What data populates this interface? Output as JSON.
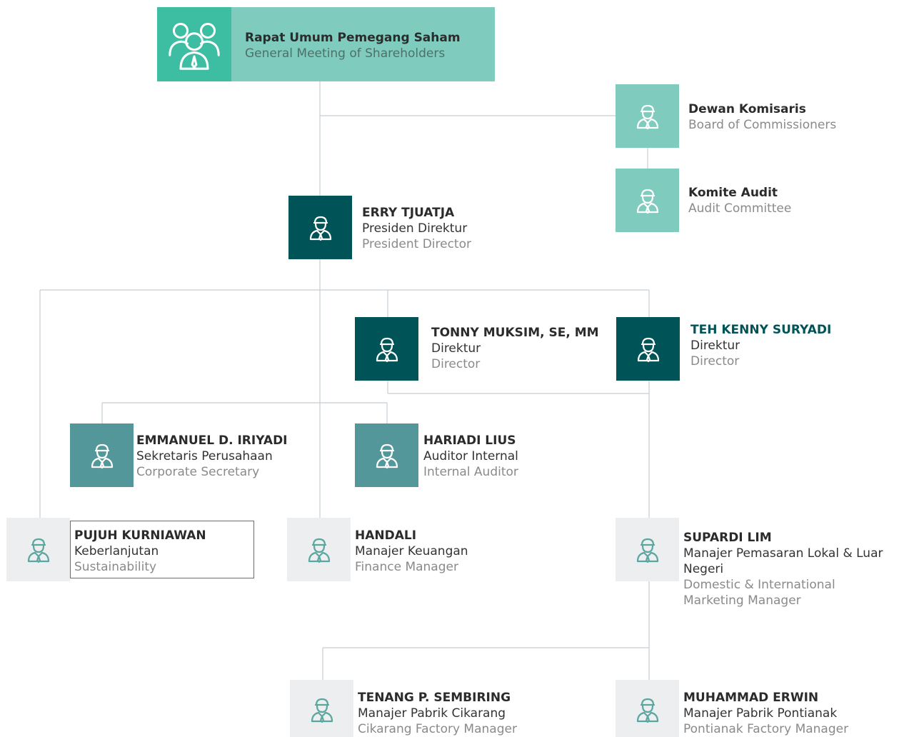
{
  "colors": {
    "dark_teal": "#005357",
    "mid_teal": "#54979a",
    "light_teal": "#7fccbe",
    "grey": "#eceeef",
    "rups_accent": "#3dbea3",
    "highlight_text": "#005357",
    "line": "#c4ced3"
  },
  "icons": {
    "group": "people-group-icon",
    "person": "person-with-tie-icon"
  },
  "nodes": {
    "rups": {
      "title_id": "Rapat Umum Pemegang Saham",
      "title_en": "General Meeting of Shareholders"
    },
    "commissioners": {
      "title_id": "Dewan Komisaris",
      "title_en": "Board of Commissioners"
    },
    "audit_committee": {
      "title_id": "Komite Audit",
      "title_en": "Audit Committee"
    },
    "president": {
      "name": "ERRY TJUATJA",
      "role_id": "Presiden Direktur",
      "role_en": "President Director"
    },
    "director_tonny": {
      "name": "TONNY MUKSIM, SE, MM",
      "role_id": "Direktur",
      "role_en": "Director"
    },
    "director_teh": {
      "name": "TEH KENNY SURYADI",
      "role_id": "Direktur",
      "role_en": "Director"
    },
    "corp_secretary": {
      "name": "EMMANUEL D. IRIYADI",
      "role_id": "Sekretaris Perusahaan",
      "role_en": "Corporate Secretary"
    },
    "internal_auditor": {
      "name": "HARIADI LIUS",
      "role_id": "Auditor Internal",
      "role_en": "Internal Auditor"
    },
    "sustainability": {
      "name": "PUJUH KURNIAWAN",
      "role_id": "Keberlanjutan",
      "role_en": "Sustainability"
    },
    "finance": {
      "name": "HANDALI",
      "role_id": "Manajer Keuangan",
      "role_en": "Finance Manager"
    },
    "marketing": {
      "name": "SUPARDI LIM",
      "role_id": "Manajer Pemasaran Lokal & Luar Negeri",
      "role_en": "Domestic & International Marketing Manager"
    },
    "factory_cikarang": {
      "name": "TENANG P. SEMBIRING",
      "role_id": "Manajer Pabrik Cikarang",
      "role_en": "Cikarang Factory Manager"
    },
    "factory_pontianak": {
      "name": "MUHAMMAD ERWIN",
      "role_id": "Manajer Pabrik Pontianak",
      "role_en": "Pontianak Factory Manager"
    }
  }
}
